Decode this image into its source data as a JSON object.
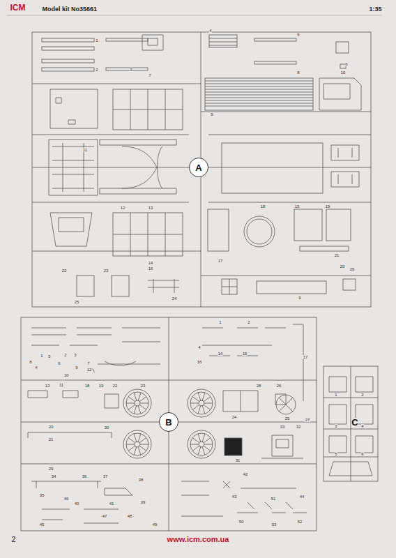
{
  "diagram": {
    "nodes": [
      {
        "text": [
          "A"
        ]
      },
      {
        "text": [
          "B"
        ]
      }
    ],
    "labels": [
      "Model kit No35661",
      "1:35",
      "ICM",
      "2",
      "www.icm.com.ua",
      "1",
      "2",
      "3",
      "4",
      "5",
      "6",
      "7",
      "8",
      "9",
      "10",
      "11",
      "12",
      "13",
      "14",
      "15",
      "16",
      "17",
      "18",
      "19",
      "20",
      "21",
      "22",
      "23",
      "24",
      "25",
      "26",
      "9",
      "1",
      "2",
      "3",
      "4",
      "5",
      "6",
      "7",
      "8",
      "9",
      "10",
      "11",
      "12",
      "13",
      "18",
      "19",
      "22",
      "23",
      "20",
      "21",
      "30",
      "29",
      "34",
      "35",
      "36",
      "37",
      "38",
      "39",
      "40",
      "41",
      "45",
      "46",
      "47",
      "48",
      "49",
      "1",
      "2",
      "4",
      "14",
      "15",
      "16",
      "17",
      "24",
      "25",
      "26",
      "27",
      "28",
      "31",
      "32",
      "33",
      "42",
      "43",
      "44",
      "50",
      "51",
      "52",
      "53",
      "C",
      "1",
      "2",
      "3",
      "4",
      "5",
      "6"
    ]
  }
}
